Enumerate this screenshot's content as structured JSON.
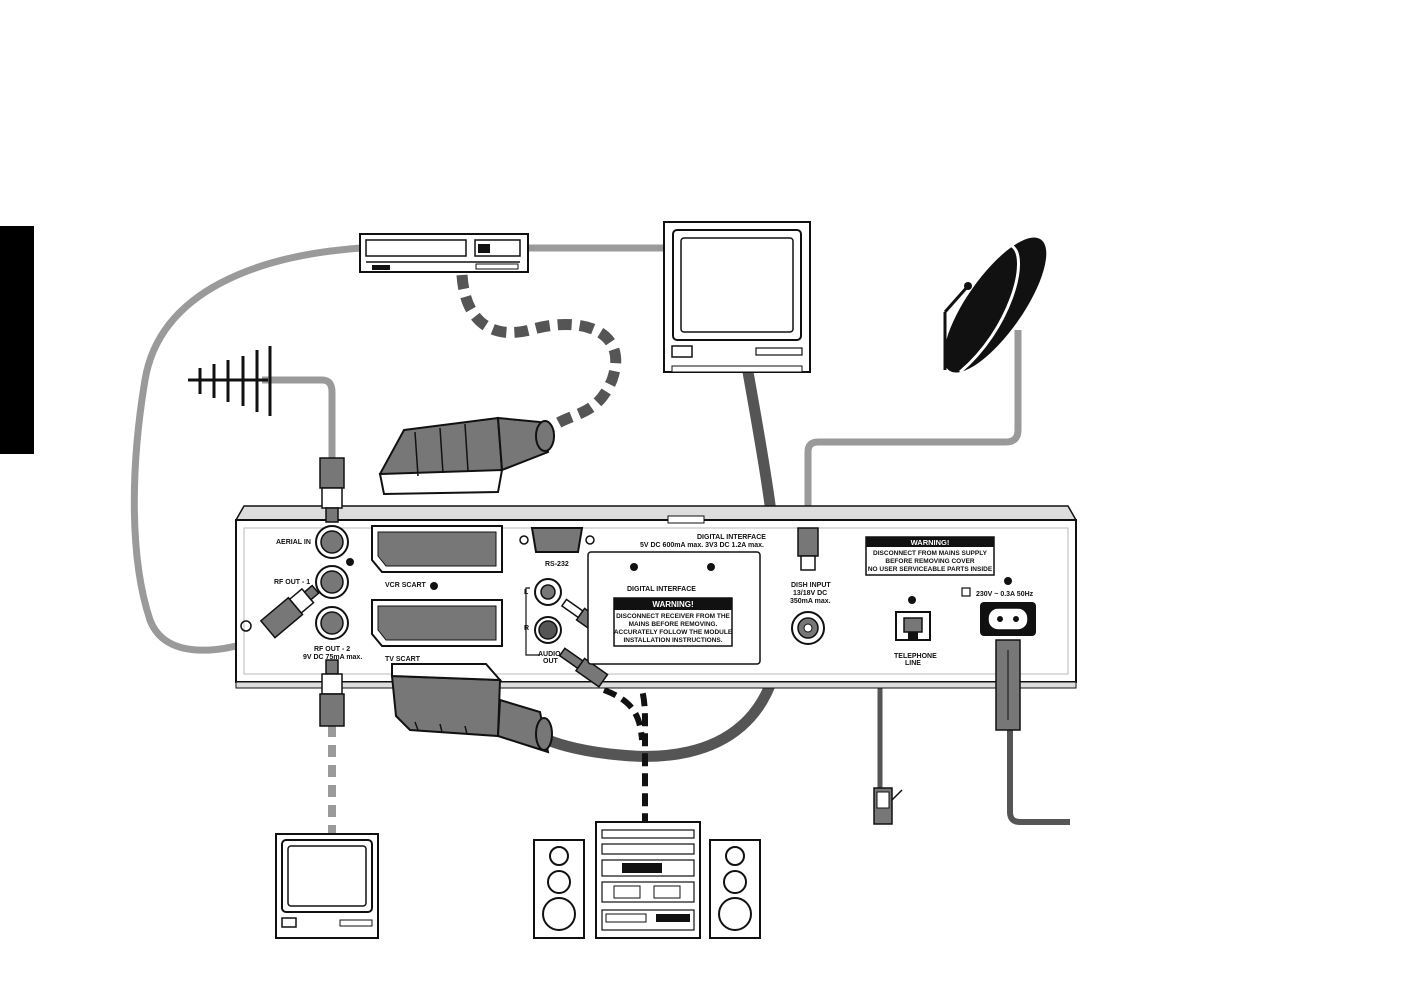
{
  "labels": {
    "aerial_in": "AERIAL IN",
    "rf_out_1": "RF OUT - 1",
    "rf_out_2": "RF OUT - 2",
    "rf_out_2_spec": "9V DC 75mA max.",
    "vcr_scart": "VCR SCART",
    "tv_scart": "TV SCART",
    "rs232": "RS-232",
    "audio_l": "L",
    "audio_r": "R",
    "audio_out_1": "AUDIO",
    "audio_out_2": "OUT",
    "digital_interface_title": "DIGITAL INTERFACE",
    "digital_interface_spec": "5V DC 600mA max. 3V3 DC 1.2A max.",
    "digital_interface_bay": "DIGITAL INTERFACE",
    "dish_input_1": "DISH INPUT",
    "dish_input_2": "13/18V DC",
    "dish_input_3": "350mA max.",
    "telephone_1": "TELEPHONE",
    "telephone_2": "LINE",
    "power_rating": "230V ~ 0.3A 50Hz"
  },
  "warning_module": {
    "title": "WARNING!",
    "lines": [
      "DISCONNECT RECEIVER FROM THE",
      "MAINS BEFORE REMOVING.",
      "ACCURATELY FOLLOW THE MODULE",
      "INSTALLATION INSTRUCTIONS."
    ]
  },
  "warning_cover": {
    "title": "WARNING!",
    "lines": [
      "DISCONNECT FROM MAINS SUPPLY",
      "BEFORE REMOVING COVER",
      "NO USER SERVICEABLE PARTS INSIDE"
    ]
  },
  "colors": {
    "cable_light": "#9a9a9a",
    "cable_dark": "#555555",
    "plug_gray": "#777777",
    "ink": "#111111",
    "panel": "#ffffff",
    "tab": "#000000"
  }
}
